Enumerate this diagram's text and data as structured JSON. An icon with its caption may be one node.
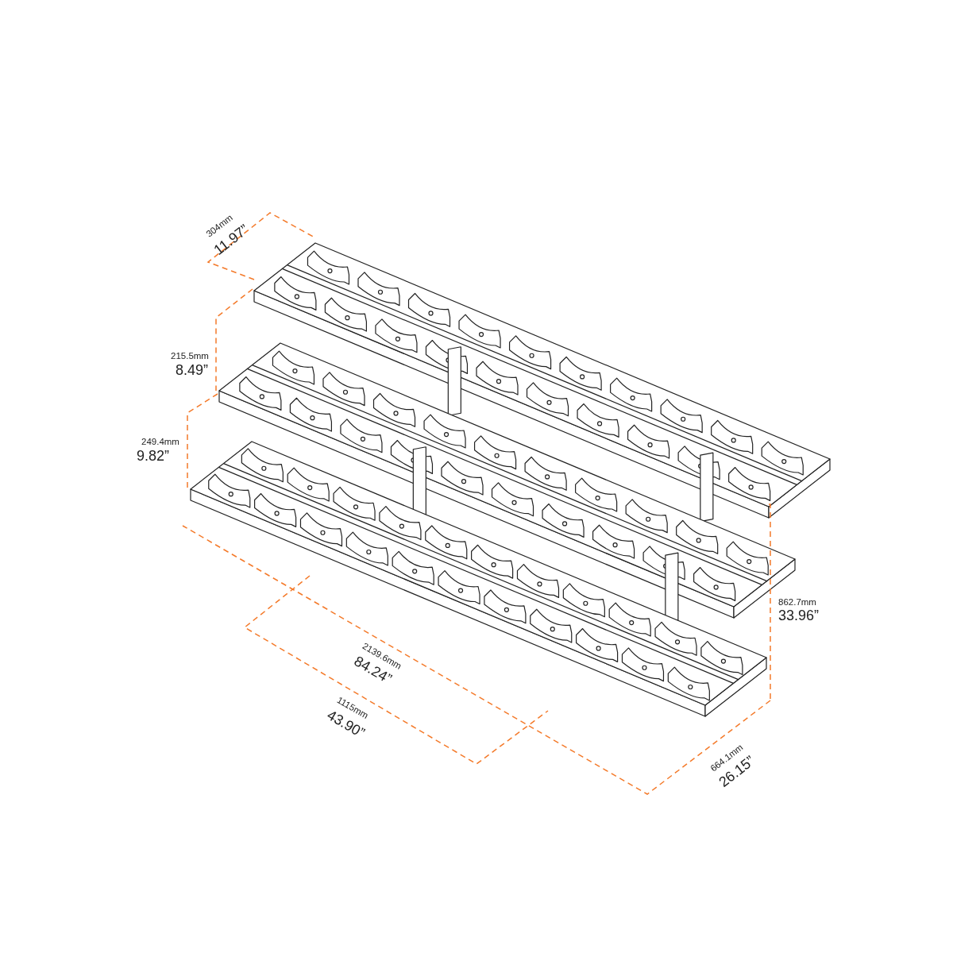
{
  "diagram": {
    "labels": [
      "304mm",
      "11.97”",
      "215.5mm",
      "8.49”",
      "249.4mm",
      "9.82”",
      "862.7mm",
      "33.96”",
      "2139.6mm",
      "84.24”",
      "1115mm",
      "43.90”",
      "664.1mm",
      "26.15”"
    ]
  }
}
